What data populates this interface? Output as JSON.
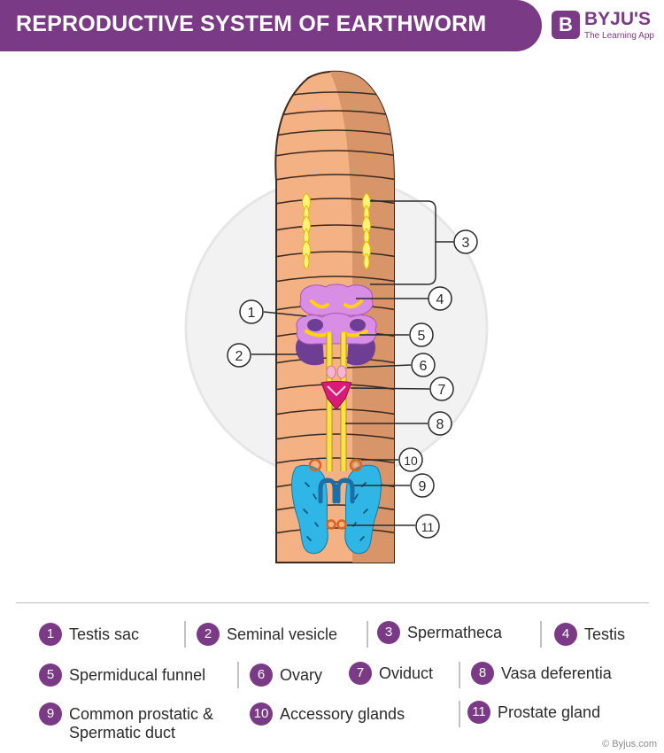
{
  "header": {
    "title": "REPRODUCTIVE SYSTEM OF EARTHWORM",
    "logo_letter": "B",
    "logo_word": "BYJU'S",
    "logo_tagline": "The Learning App"
  },
  "callouts": [
    "1",
    "2",
    "3",
    "4",
    "5",
    "6",
    "7",
    "8",
    "9",
    "10",
    "11"
  ],
  "legend": [
    {
      "num": "1",
      "label": "Testis sac"
    },
    {
      "num": "2",
      "label": "Seminal vesicle"
    },
    {
      "num": "3",
      "label": "Spermatheca"
    },
    {
      "num": "4",
      "label": "Testis"
    },
    {
      "num": "5",
      "label": "Spermiducal funnel"
    },
    {
      "num": "6",
      "label": "Ovary"
    },
    {
      "num": "7",
      "label": "Oviduct"
    },
    {
      "num": "8",
      "label": "Vasa deferentia"
    },
    {
      "num": "9",
      "label": "Common prostatic &\nSpermatic duct"
    },
    {
      "num": "10",
      "label": "Accessory glands"
    },
    {
      "num": "11",
      "label": "Prostate gland"
    }
  ],
  "footer": "© Byjus.com",
  "colors": {
    "brand": "#7b3a86",
    "body": "#f4b184",
    "body_shade": "#d9956a",
    "seminal_vesicle": "#6e3d94",
    "testis_sac": "#d98ee6",
    "spermatheca": "#fff27a",
    "oviduct": "#d81b76",
    "prostate": "#2fb6e6",
    "accessory": "#d9641c"
  }
}
